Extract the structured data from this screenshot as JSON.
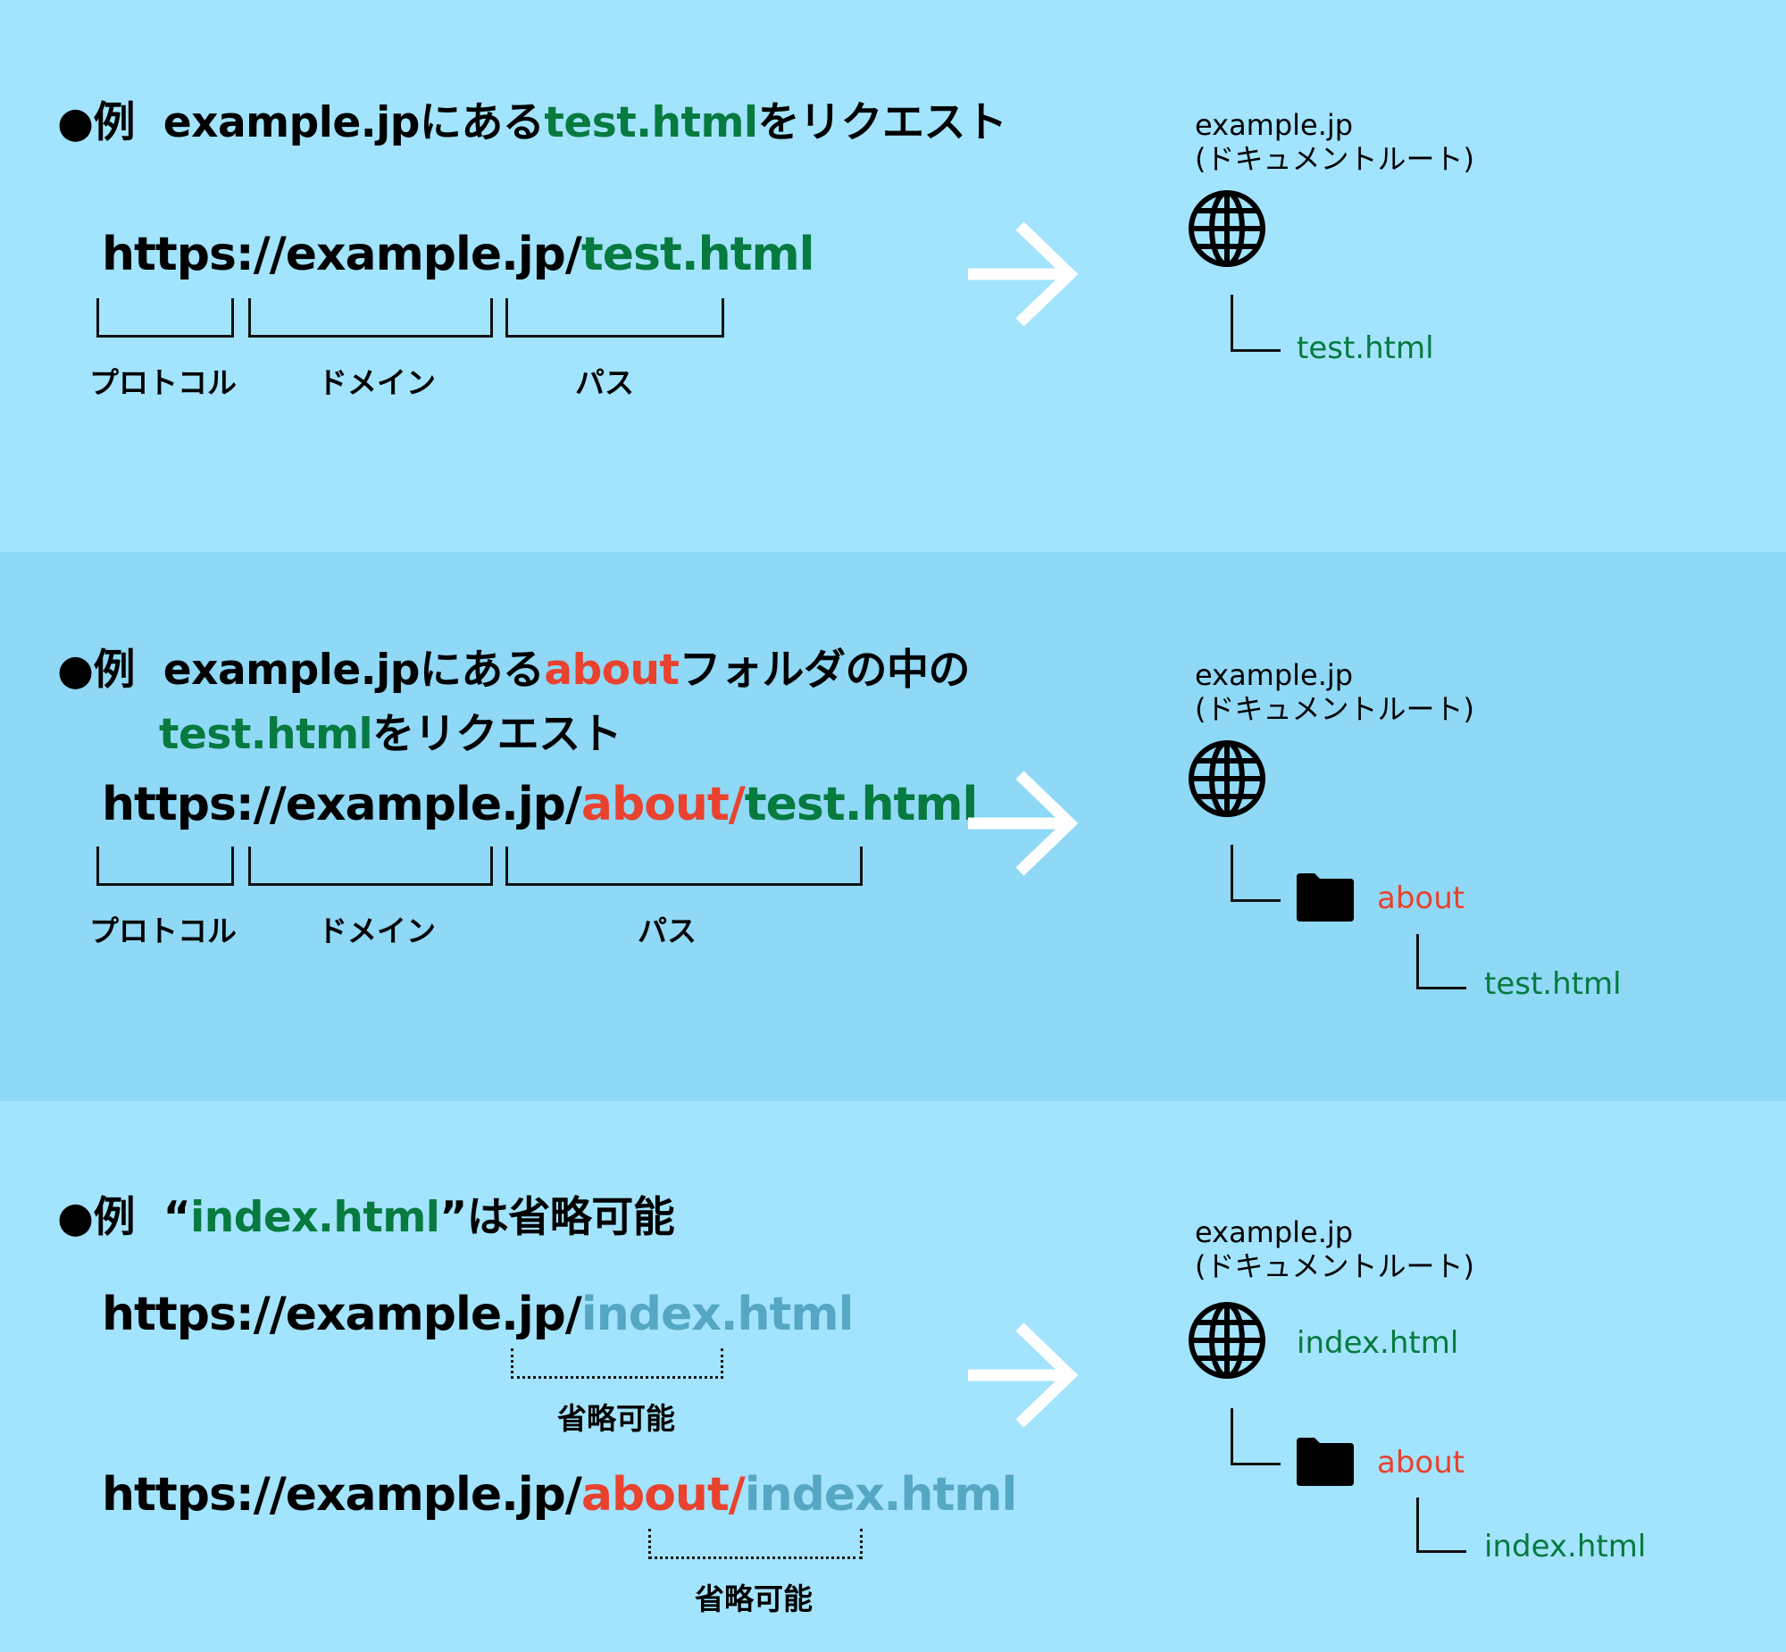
{
  "colors": {
    "band_light": "#a2e3fd",
    "band_mid": "#8fd8f6",
    "green": "#067a3f",
    "red": "#e9422e",
    "muted": "#55a7c3",
    "arrow": "#ffffff"
  },
  "labels": {
    "protocol": "プロトコル",
    "domain": "ドメイン",
    "path": "パス",
    "omittable": "省略可能",
    "root_domain": "example.jp",
    "root_note": "(ドキュメントルート)",
    "test_file": "test.html",
    "index_file": "index.html",
    "about_folder": "about"
  },
  "sections": [
    {
      "title": {
        "bullet": "●例",
        "prefix": "example.jpにある",
        "highlight": "test.html",
        "suffix": "をリクエスト"
      },
      "url": {
        "base": "https://example.jp/",
        "part": "test.html"
      }
    },
    {
      "title": {
        "bullet": "●例",
        "prefix": "example.jpにある",
        "highlight1": "about",
        "middle": "フォルダの中の",
        "highlight2": "test.html",
        "suffix": "をリクエスト"
      },
      "url": {
        "base": "https://example.jp/",
        "folder": "about/",
        "file": "test.html"
      }
    },
    {
      "title": {
        "bullet": "●例",
        "open_quote": "“",
        "highlight": "index.html",
        "close_quote": "”は省略可能"
      },
      "url1": {
        "base": "https://example.jp/",
        "file": "index.html"
      },
      "url2": {
        "base": "https://example.jp/",
        "folder": "about/",
        "file": "index.html"
      }
    }
  ],
  "icons": {
    "globe": "globe-icon",
    "folder": "folder-icon",
    "arrow": "arrow-right-icon"
  }
}
